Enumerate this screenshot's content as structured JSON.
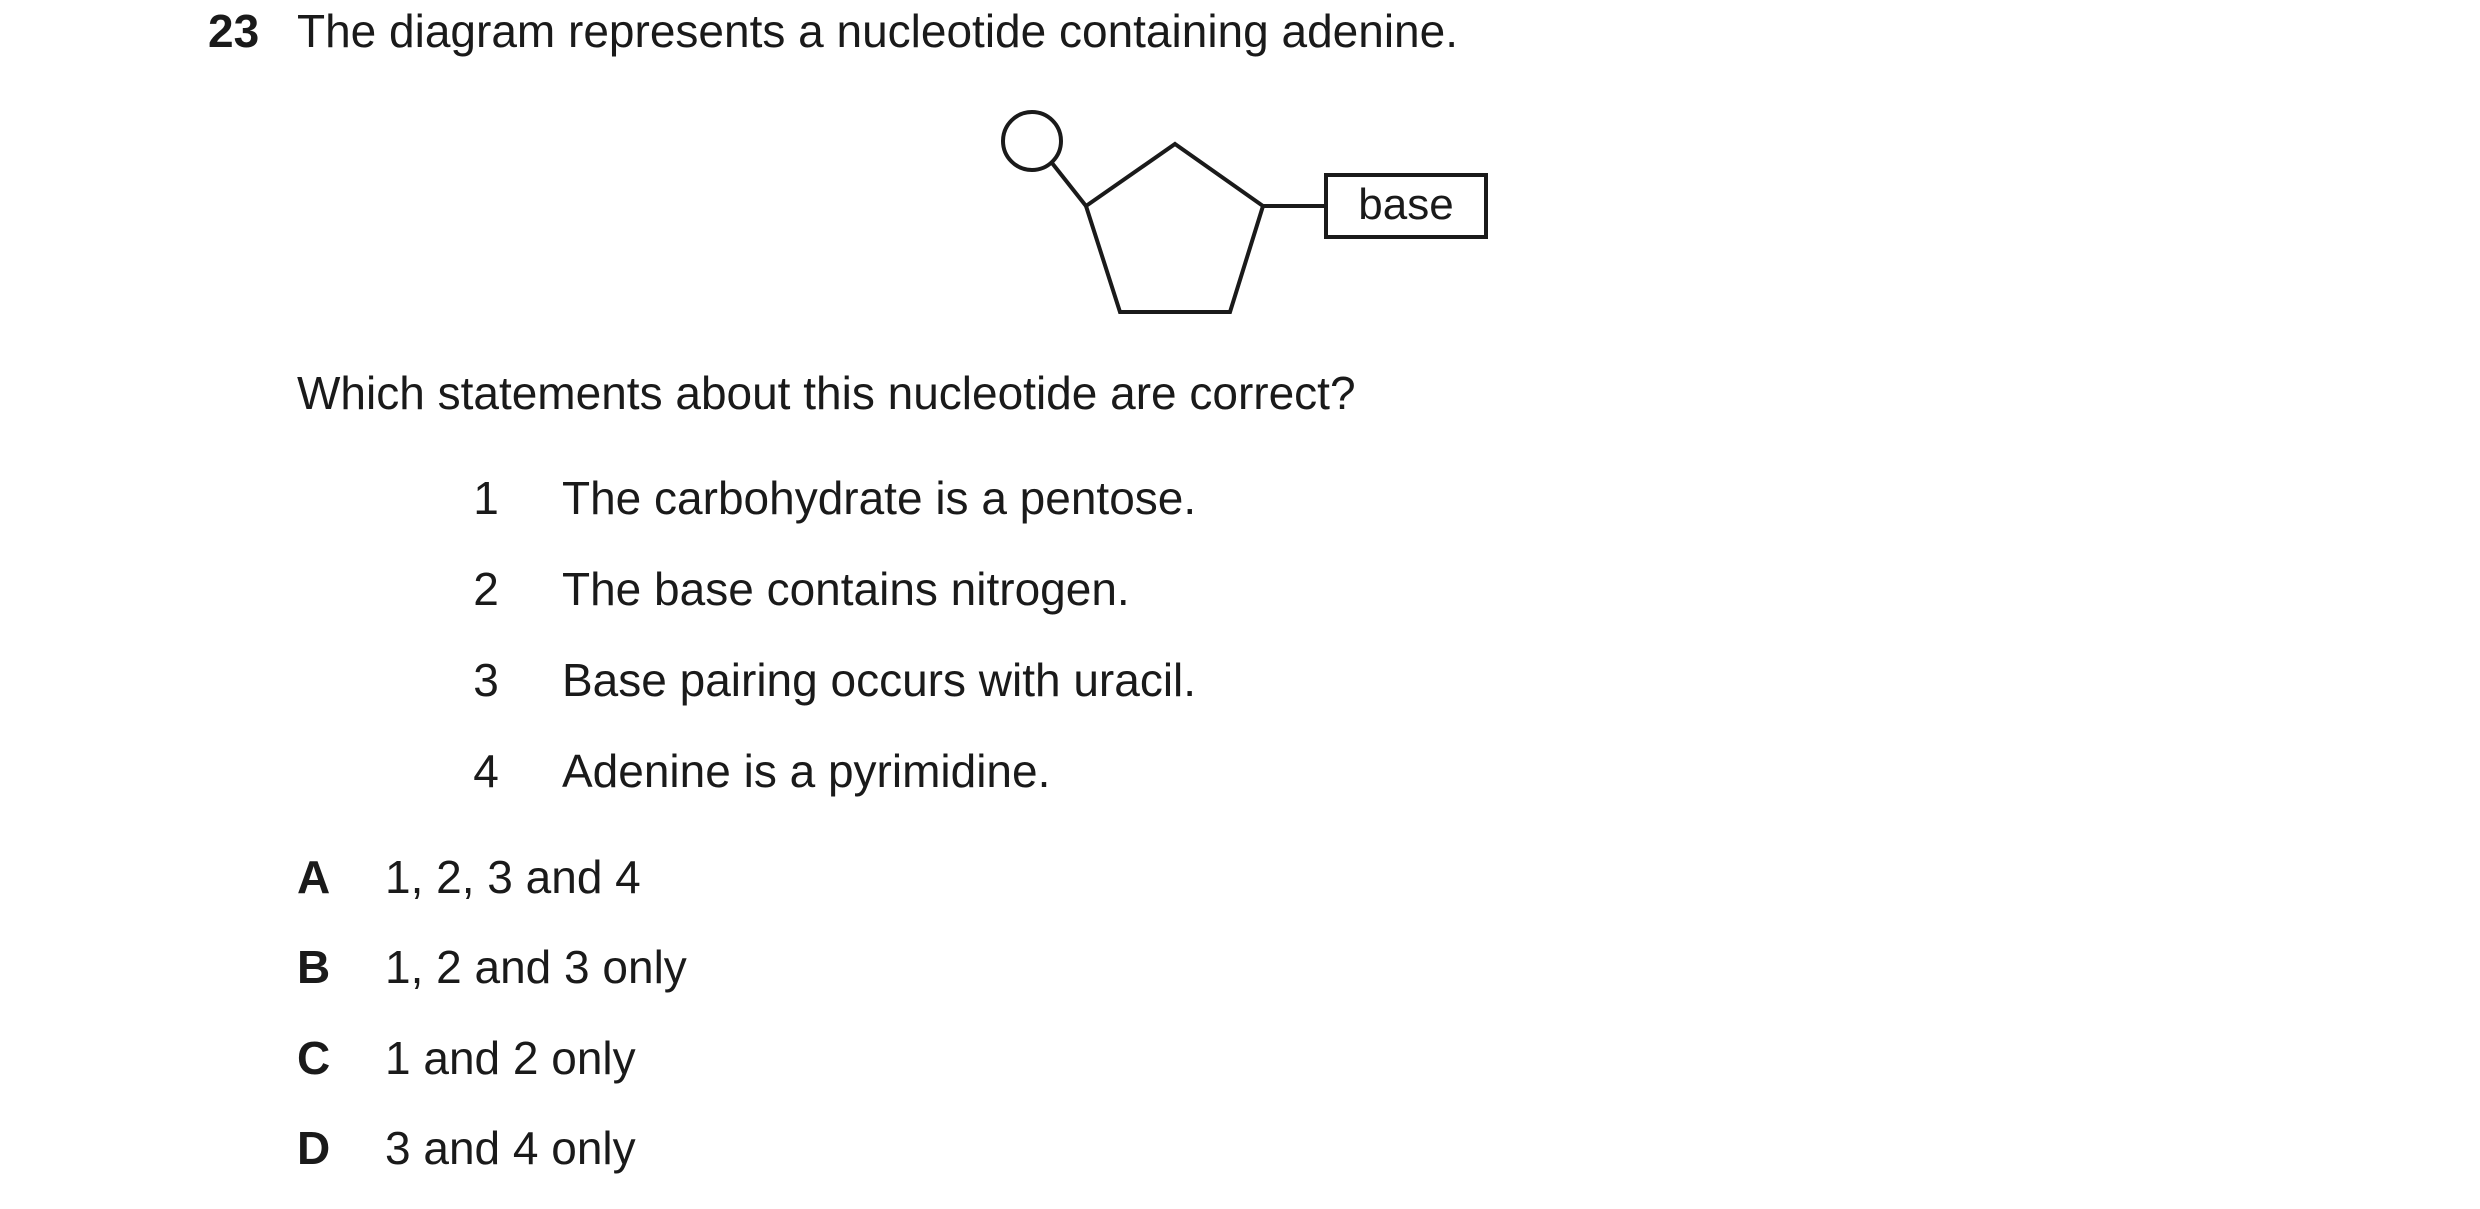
{
  "question": {
    "number": "23",
    "text": "The diagram represents a nucleotide containing adenine.",
    "prompt": "Which statements about this nucleotide are correct?"
  },
  "diagram": {
    "base_label": "base"
  },
  "statements": [
    {
      "num": "1",
      "text": "The carbohydrate is a pentose."
    },
    {
      "num": "2",
      "text": "The base contains nitrogen."
    },
    {
      "num": "3",
      "text": "Base pairing occurs with uracil."
    },
    {
      "num": "4",
      "text": "Adenine is a pyrimidine."
    }
  ],
  "options": [
    {
      "letter": "A",
      "text": "1, 2, 3 and 4"
    },
    {
      "letter": "B",
      "text": "1, 2 and 3 only"
    },
    {
      "letter": "C",
      "text": "1 and 2 only"
    },
    {
      "letter": "D",
      "text": "3 and 4 only"
    }
  ]
}
